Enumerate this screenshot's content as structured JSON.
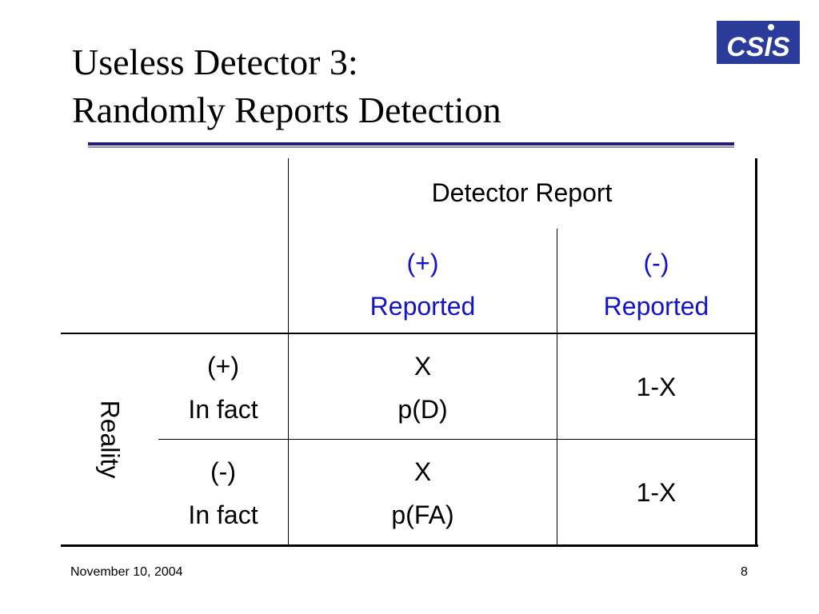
{
  "slide": {
    "title_line1": "Useless Detector 3:",
    "title_line2": "Randomly Reports Detection",
    "logo_text": "CSIS",
    "table": {
      "group_header": "Detector Report",
      "col_headers": [
        {
          "sign": "(+)",
          "label": "Reported"
        },
        {
          "sign": "(-)",
          "label": "Reported"
        }
      ],
      "row_group_label": "Reality",
      "rows": [
        {
          "sign": "(+)",
          "label": "In fact",
          "cell1_top": "X",
          "cell1_bottom": "p(D)",
          "cell2": "1-X"
        },
        {
          "sign": "(-)",
          "label": "In fact",
          "cell1_top": "X",
          "cell1_bottom": "p(FA)",
          "cell2": "1-X"
        }
      ]
    },
    "footer_date": "November 10, 2004",
    "page_number": "8",
    "colors": {
      "title_rule": "#1f1f6e",
      "header_text": "#1313c8",
      "logo_bg": "#2a3b9a"
    }
  }
}
